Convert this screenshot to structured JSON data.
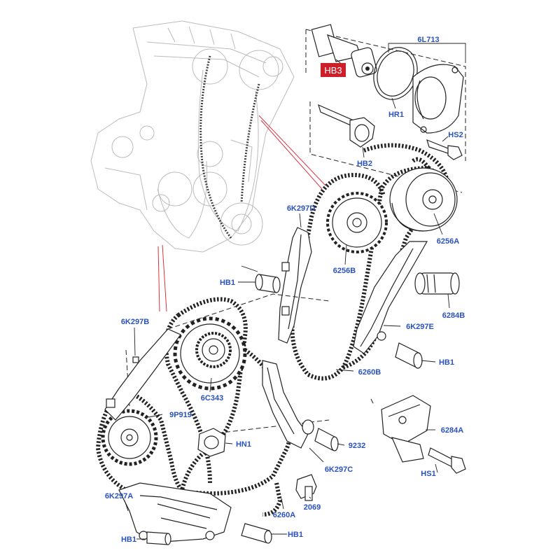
{
  "labels": {
    "hb3": "HB3",
    "6l713": "6L713",
    "hr1": "HR1",
    "hs2_top": "HS2",
    "hb2": "HB2",
    "6k297d": "6K297D",
    "6256a": "6256A",
    "6256b": "6256B",
    "hb1_left_mid": "HB1",
    "6284b": "6284B",
    "6k297e": "6K297E",
    "6k297b": "6K297B",
    "hb1_right_mid": "HB1",
    "6260b": "6260B",
    "6c343": "6C343",
    "9p919": "9P919",
    "6284a": "6284A",
    "hn1": "HN1",
    "9232": "9232",
    "6k297c": "6K297C",
    "hs1": "HS1",
    "2069": "2069",
    "6k297a": "6K297A",
    "6260a": "6260A",
    "hb1_bottom_left": "HB1",
    "hb1_bottom_mid": "HB1"
  },
  "colors": {
    "label": "#2a52be",
    "highlight": "#cc1f2a",
    "callout_line": "#d9333f",
    "ink": "#222222"
  }
}
